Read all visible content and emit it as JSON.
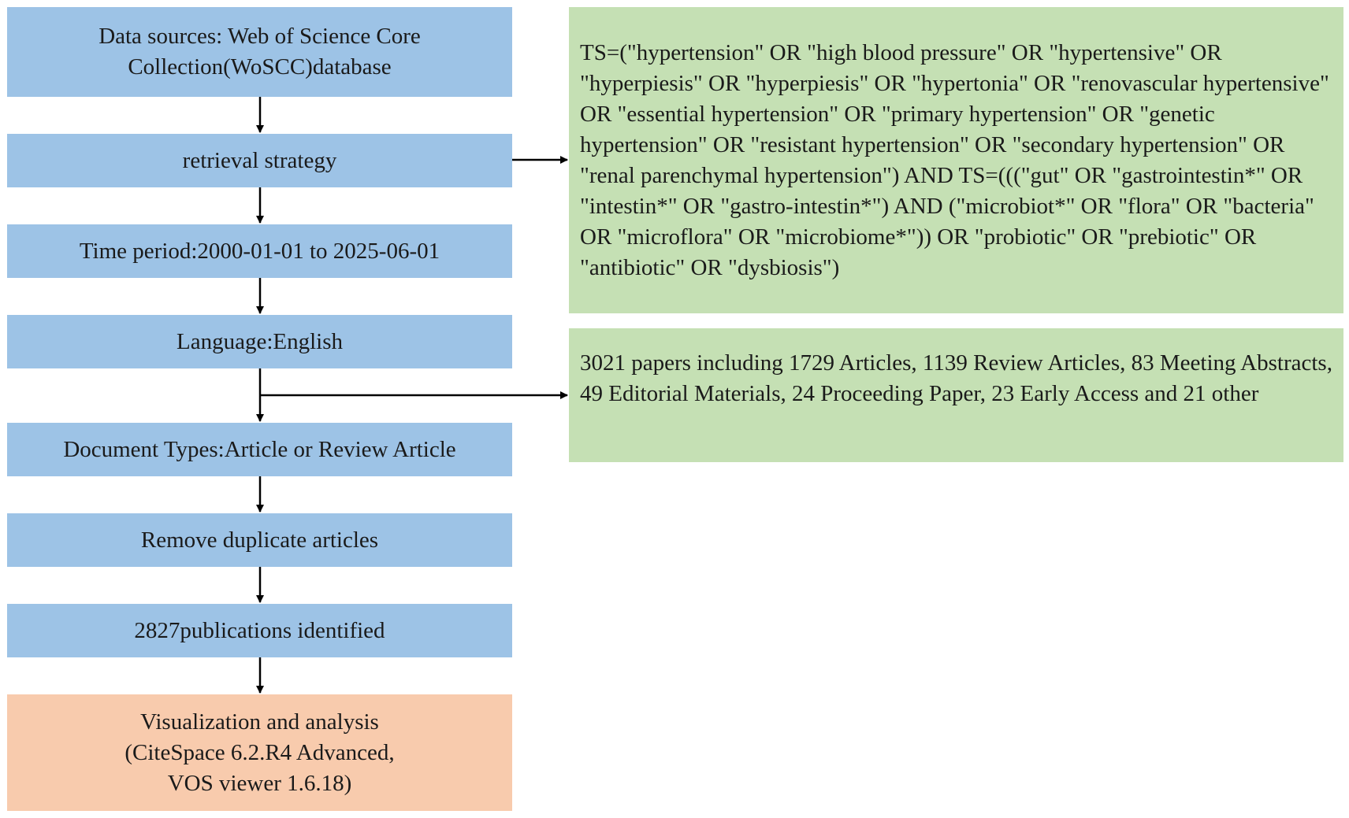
{
  "flow": {
    "data_sources": "Data sources: Web of Science Core Collection(WoSCC)database",
    "retrieval_strategy": "retrieval strategy",
    "time_period": "Time period:2000-01-01 to 2025-06-01",
    "language": "Language:English",
    "document_types": "Document Types:Article or Review Article",
    "remove_duplicates": "Remove duplicate articles",
    "publications_identified": "2827publications identified",
    "visualization": "Visualization and analysis\n(CiteSpace 6.2.R4 Advanced,\nVOS viewer 1.6.18)"
  },
  "notes": {
    "search_query": "TS=(\"hypertension\" OR \"high blood pressure\" OR \"hypertensive\" OR \"hyperpiesis\" OR \"hyperpiesis\" OR \"hypertonia\" OR \"renovascular hypertensive\" OR \"essential hypertension\" OR \"primary hypertension\" OR \"genetic hypertension\" OR \"resistant hypertension\" OR \"secondary hypertension\" OR \"renal parenchymal hypertension\") AND TS=(((\"gut\" OR \"gastrointestin*\" OR \"intestin*\" OR \"gastro-intestin*\") AND (\"microbiot*\" OR \"flora\" OR \"bacteria\" OR \"microflora\" OR \"microbiome*\")) OR \"probiotic\" OR \"prebiotic\" OR \"antibiotic\" OR \"dysbiosis\")",
    "paper_counts": "3021 papers including 1729 Articles, 1139 Review Articles, 83 Meeting Abstracts, 49 Editorial Materials, 24 Proceeding Paper, 23 Early Access and 21 other"
  },
  "colors": {
    "flow_box": "#9dc3e6",
    "final_box": "#f8cbad",
    "note_box": "#c5e0b4",
    "arrow": "#000000"
  }
}
